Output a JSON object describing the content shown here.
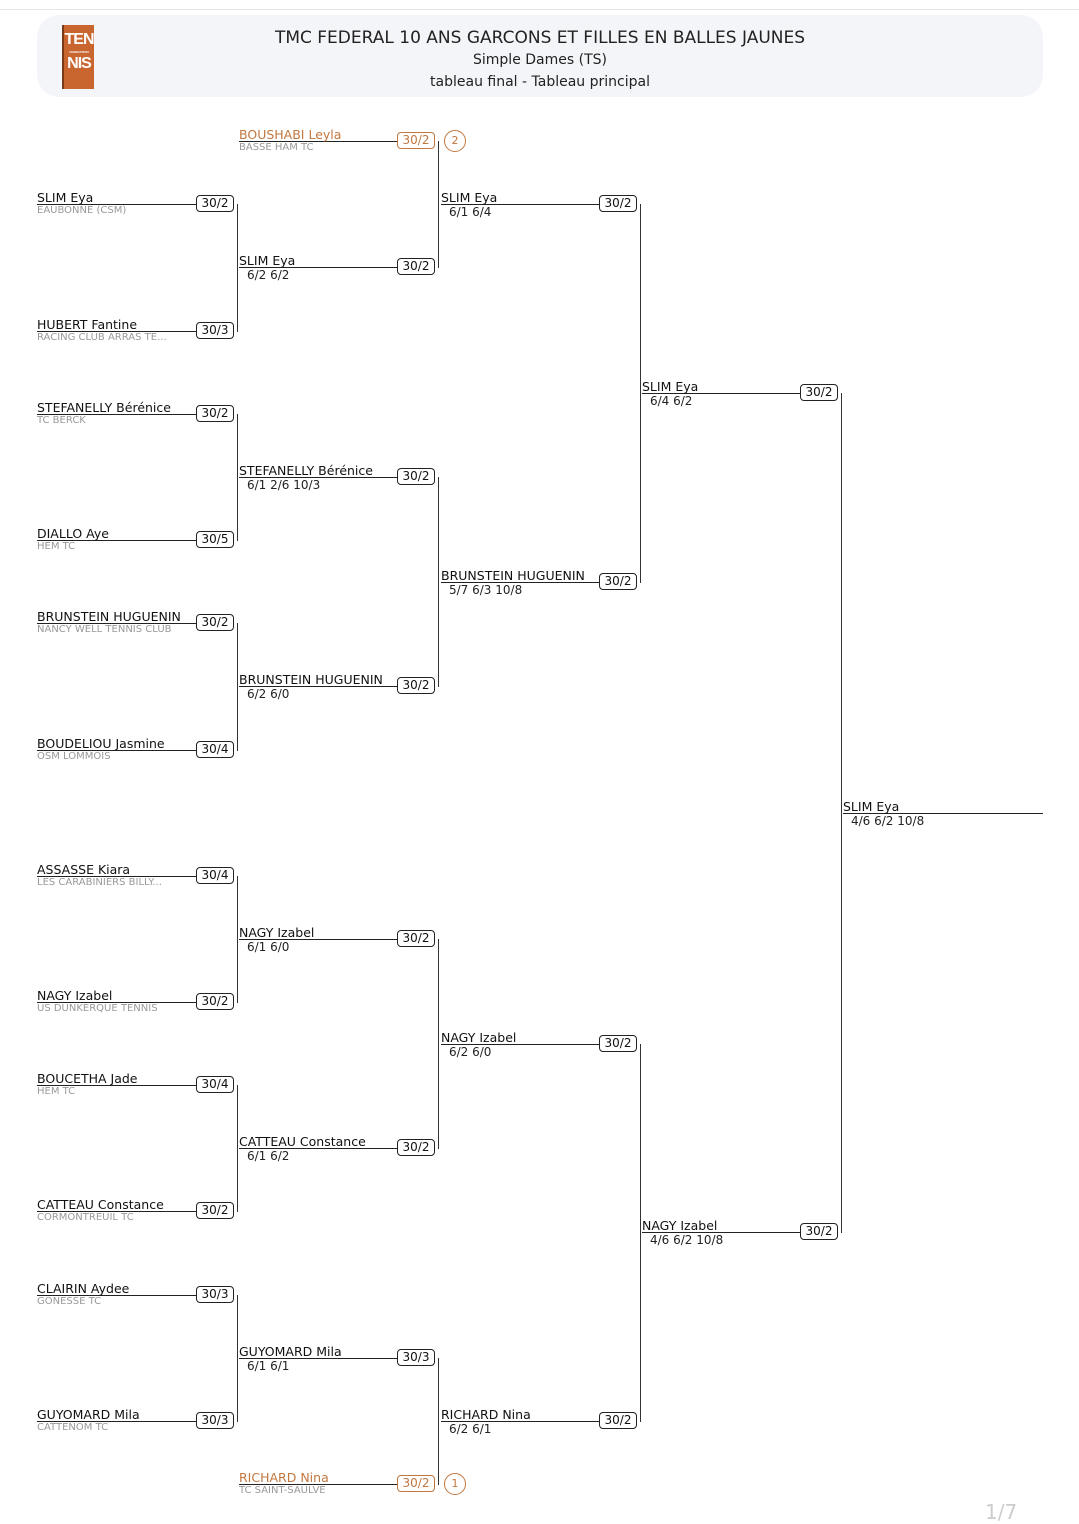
{
  "header": {
    "logo_text_top": "TEN",
    "logo_text_mid": "FEDERATION FRANCAISE",
    "logo_text_bottom": "NIS",
    "title": "TMC FEDERAL 10 ANS GARCONS ET FILLES EN BALLES JAUNES",
    "subtitle": "Simple Dames (TS)",
    "table": "tableau final - Tableau principal"
  },
  "colors": {
    "accent": "#c2773f",
    "header_bg": "#f4f5f8"
  },
  "rounds": [
    [
      {
        "name": "SLIM Eya",
        "club": "EAUBONNE (CSM)",
        "rank": "30/2"
      },
      {
        "name": "HUBERT Fantine",
        "club": "RACING CLUB ARRAS TE...",
        "rank": "30/3"
      },
      {
        "name": "STEFANELLY Bérénice",
        "club": "TC BERCK",
        "rank": "30/2"
      },
      {
        "name": "DIALLO Aye",
        "club": "HEM TC",
        "rank": "30/5"
      },
      {
        "name": "BRUNSTEIN HUGUENIN",
        "club": "NANCY WELL TENNIS CLUB",
        "rank": "30/2"
      },
      {
        "name": "BOUDELIOU Jasmine",
        "club": "OSM LOMMOIS",
        "rank": "30/4"
      },
      {
        "name": "ASSASSE Kiara",
        "club": "LES CARABINIERS BILLY...",
        "rank": "30/4"
      },
      {
        "name": "NAGY Izabel",
        "club": "US DUNKERQUE TENNIS",
        "rank": "30/2"
      },
      {
        "name": "BOUCETHA Jade",
        "club": "HEM TC",
        "rank": "30/4"
      },
      {
        "name": "CATTEAU Constance",
        "club": "CORMONTREUIL TC",
        "rank": "30/2"
      },
      {
        "name": "CLAIRIN Aydee",
        "club": "GONESSE TC",
        "rank": "30/3"
      },
      {
        "name": "GUYOMARD Mila",
        "club": "CATTENOM TC",
        "rank": "30/3"
      }
    ],
    [
      {
        "name": "BOUSHABI Leyla",
        "club": "BASSE HAM TC",
        "rank": "30/2",
        "seed": "2"
      },
      {
        "name": "SLIM Eya",
        "score": "6/2 6/2",
        "rank": "30/2"
      },
      {
        "name": "STEFANELLY Bérénice",
        "score": "6/1 2/6 10/3",
        "rank": "30/2"
      },
      {
        "name": "BRUNSTEIN HUGUENIN",
        "score": "6/2 6/0",
        "rank": "30/2"
      },
      {
        "name": "NAGY Izabel",
        "score": "6/1 6/0",
        "rank": "30/2"
      },
      {
        "name": "CATTEAU Constance",
        "score": "6/1 6/2",
        "rank": "30/2"
      },
      {
        "name": "GUYOMARD Mila",
        "score": "6/1 6/1",
        "rank": "30/3"
      },
      {
        "name": "RICHARD Nina",
        "club": "TC SAINT-SAULVE",
        "rank": "30/2",
        "seed": "1"
      }
    ],
    [
      {
        "name": "SLIM Eya",
        "score": "6/1 6/4",
        "rank": "30/2"
      },
      {
        "name": "BRUNSTEIN HUGUENIN",
        "score": "5/7 6/3 10/8",
        "rank": "30/2"
      },
      {
        "name": "NAGY Izabel",
        "score": "6/2 6/0",
        "rank": "30/2"
      },
      {
        "name": "RICHARD Nina",
        "score": "6/2 6/1",
        "rank": "30/2"
      }
    ],
    [
      {
        "name": "SLIM Eya",
        "score": "6/4 6/2",
        "rank": "30/2"
      },
      {
        "name": "NAGY Izabel",
        "score": "4/6 6/2 10/8",
        "rank": "30/2"
      }
    ],
    [
      {
        "name": "SLIM Eya",
        "score": "4/6 6/2 10/8"
      }
    ]
  ],
  "page_indicator": "1/7"
}
